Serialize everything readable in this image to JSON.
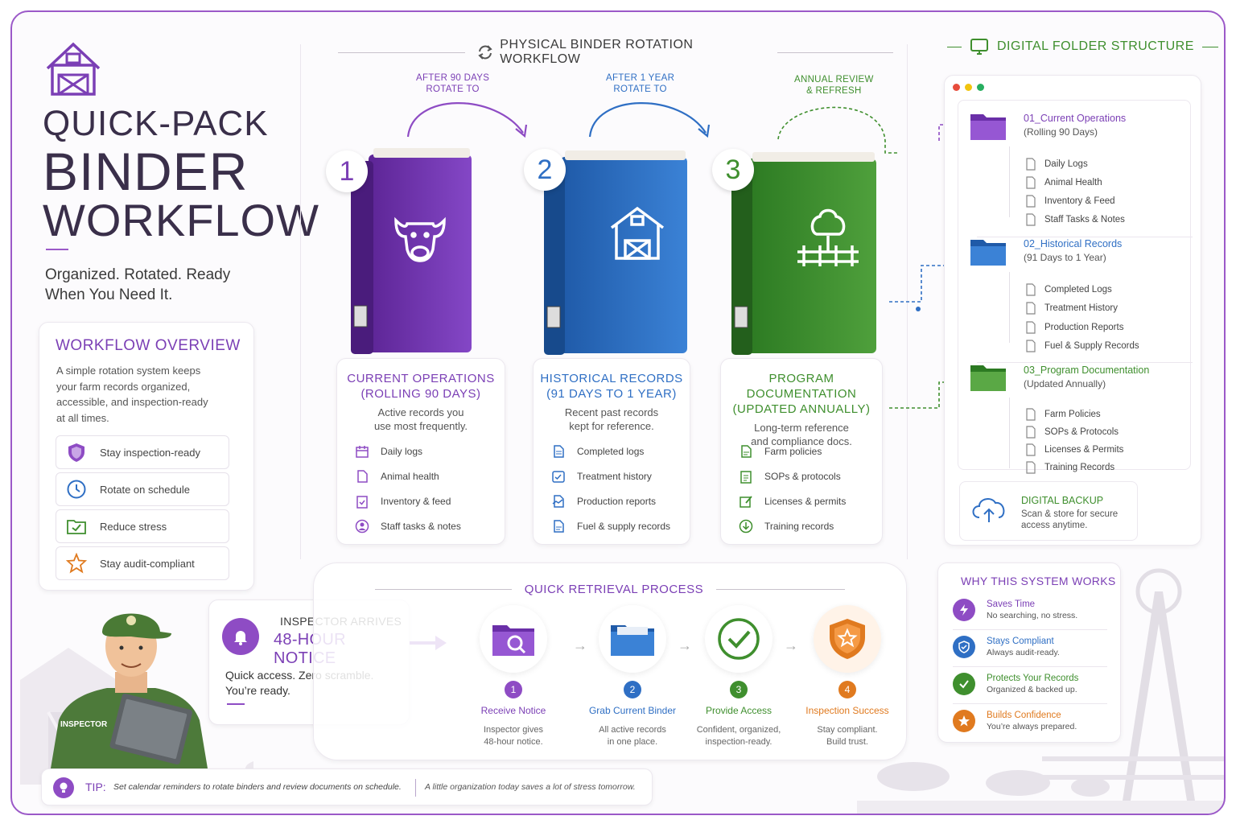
{
  "title": {
    "line1": "QUICK-PACK",
    "line2": "BINDER",
    "line3": "WORKFLOW"
  },
  "tagline": [
    "Organized. Rotated. Ready",
    "When You Need It."
  ],
  "overview": {
    "heading": "WORKFLOW OVERVIEW",
    "description": [
      "A simple rotation system keeps",
      "your farm records organized,",
      "accessible, and inspection-ready",
      "at all times."
    ],
    "items": [
      {
        "label": "Stay inspection-ready",
        "icon": "shield-icon"
      },
      {
        "label": "Rotate on schedule",
        "icon": "clock-icon"
      },
      {
        "label": "Reduce stress",
        "icon": "folder-check-icon"
      },
      {
        "label": "Stay audit-compliant",
        "icon": "star-icon"
      }
    ]
  },
  "physical": {
    "heading": "PHYSICAL BINDER ROTATION WORKFLOW",
    "rotations": [
      [
        "AFTER 90 DAYS",
        "ROTATE TO"
      ],
      [
        "AFTER 1 YEAR",
        "ROTATE TO"
      ],
      [
        "ANNUAL REVIEW",
        "& REFRESH"
      ]
    ],
    "binders": [
      {
        "number": "1",
        "title": "CURRENT OPERATIONS",
        "sub": "(ROLLING 90 DAYS)",
        "desc": [
          "Active records you",
          "use most frequently."
        ],
        "items": [
          "Daily logs",
          "Animal health",
          "Inventory & feed",
          "Staff tasks & notes"
        ]
      },
      {
        "number": "2",
        "title": "HISTORICAL RECORDS",
        "sub": "(91 DAYS TO 1 YEAR)",
        "desc": [
          "Recent past records",
          "kept for reference."
        ],
        "items": [
          "Completed logs",
          "Treatment history",
          "Production reports",
          "Fuel & supply records"
        ]
      },
      {
        "number": "3",
        "title": "PROGRAM DOCUMENTATION",
        "sub": "(UPDATED ANNUALLY)",
        "desc": [
          "Long-term reference",
          "and compliance docs."
        ],
        "items": [
          "Farm policies",
          "SOPs & protocols",
          "Licenses & permits",
          "Training records"
        ]
      }
    ]
  },
  "digital": {
    "heading": "DIGITAL FOLDER STRUCTURE",
    "folders": [
      {
        "name": "01_Current Operations",
        "sub": "(Rolling 90 Days)",
        "items": [
          "Daily Logs",
          "Animal Health",
          "Inventory & Feed",
          "Staff Tasks & Notes"
        ]
      },
      {
        "name": "02_Historical Records",
        "sub": "(91 Days to 1 Year)",
        "items": [
          "Completed Logs",
          "Treatment History",
          "Production Reports",
          "Fuel & Supply Records"
        ]
      },
      {
        "name": "03_Program Documentation",
        "sub": "(Updated Annually)",
        "items": [
          "Farm Policies",
          "SOPs & Protocols",
          "Licenses & Permits",
          "Training Records"
        ]
      }
    ],
    "backup": {
      "title": "DIGITAL BACKUP",
      "desc": [
        "Scan & store for secure",
        "access anytime."
      ]
    }
  },
  "inspector": {
    "badge": "INSPECTOR",
    "heading": "INSPECTOR ARRIVES",
    "notice": "48-HOUR NOTICE",
    "desc": [
      "Quick access. Zero scramble.",
      "You’re ready."
    ]
  },
  "retrieval": {
    "heading": "QUICK RETRIEVAL PROCESS",
    "steps": [
      {
        "n": "1",
        "title": "Receive Notice",
        "desc": [
          "Inspector gives",
          "48-hour notice."
        ]
      },
      {
        "n": "2",
        "title": "Grab Current Binder",
        "desc": [
          "All active records",
          "in one place."
        ]
      },
      {
        "n": "3",
        "title": "Provide Access",
        "desc": [
          "Confident, organized,",
          "inspection-ready."
        ]
      },
      {
        "n": "4",
        "title": "Inspection Success",
        "desc": [
          "Stay compliant.",
          "Build trust."
        ]
      }
    ]
  },
  "why": {
    "heading": "WHY THIS SYSTEM WORKS",
    "items": [
      {
        "title": "Saves Time",
        "desc": "No searching, no stress."
      },
      {
        "title": "Stays Compliant",
        "desc": "Always audit-ready."
      },
      {
        "title": "Protects Your Records",
        "desc": "Organized & backed up."
      },
      {
        "title": "Builds Confidence",
        "desc": "You’re always prepared."
      }
    ]
  },
  "tip": {
    "label": "TIP:",
    "text": "Set calendar reminders to rotate binders and review documents on schedule.",
    "quote": "A little organization today saves a lot of stress tomorrow."
  },
  "colors": {
    "purple": "#7b3fb5",
    "blue": "#2f6fc4",
    "green": "#3f8f2e",
    "orange": "#e07a1f"
  }
}
